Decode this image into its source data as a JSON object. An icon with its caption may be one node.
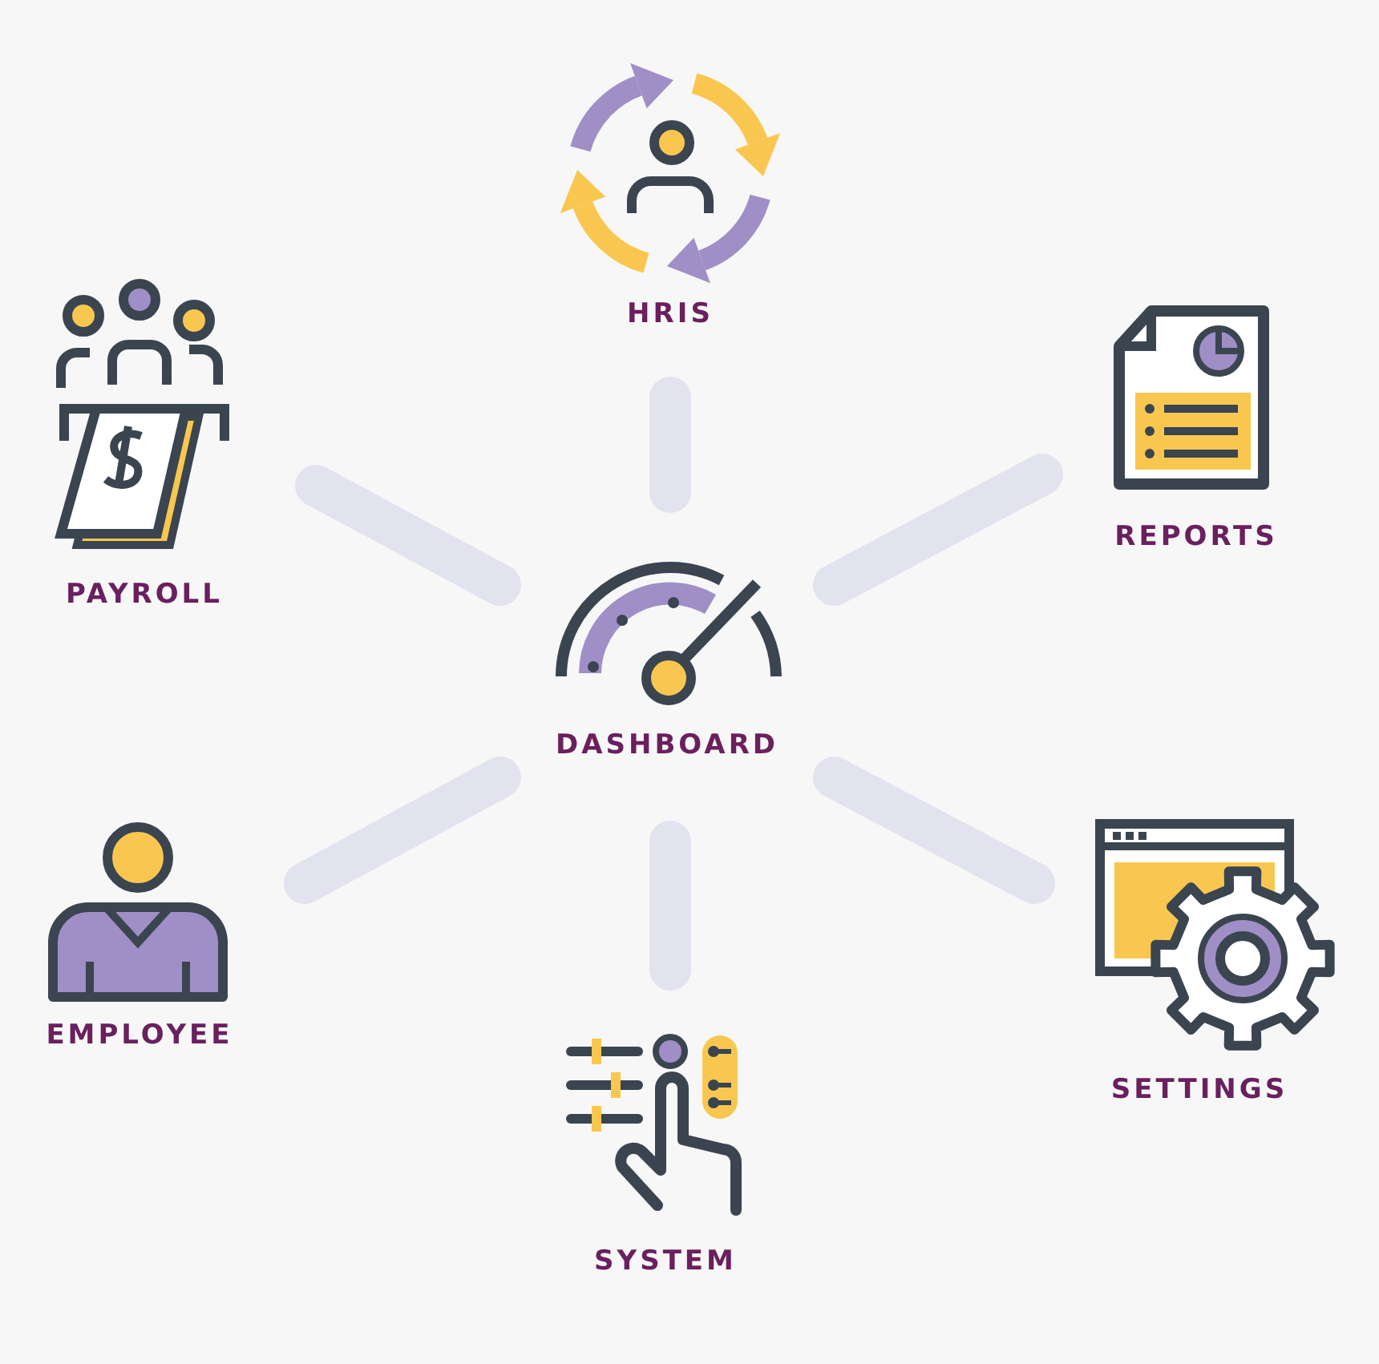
{
  "diagram": {
    "nodes": [
      {
        "text": [
          "HRIS"
        ]
      },
      {
        "text": [
          "PAYROLL"
        ]
      },
      {
        "text": [
          "REPORTS"
        ]
      },
      {
        "text": [
          "DASHBOARD"
        ]
      },
      {
        "text": [
          "EMPLOYEE"
        ]
      },
      {
        "text": [
          "SETTINGS"
        ]
      },
      {
        "text": [
          "SYSTEM"
        ]
      }
    ],
    "edges": [
      {
        "from": 3,
        "to": 0,
        "arrow": "none"
      },
      {
        "from": 3,
        "to": 1,
        "arrow": "none"
      },
      {
        "from": 3,
        "to": 2,
        "arrow": "none"
      },
      {
        "from": 3,
        "to": 4,
        "arrow": "none"
      },
      {
        "from": 3,
        "to": 5,
        "arrow": "none"
      },
      {
        "from": 3,
        "to": 6,
        "arrow": "none"
      }
    ]
  }
}
